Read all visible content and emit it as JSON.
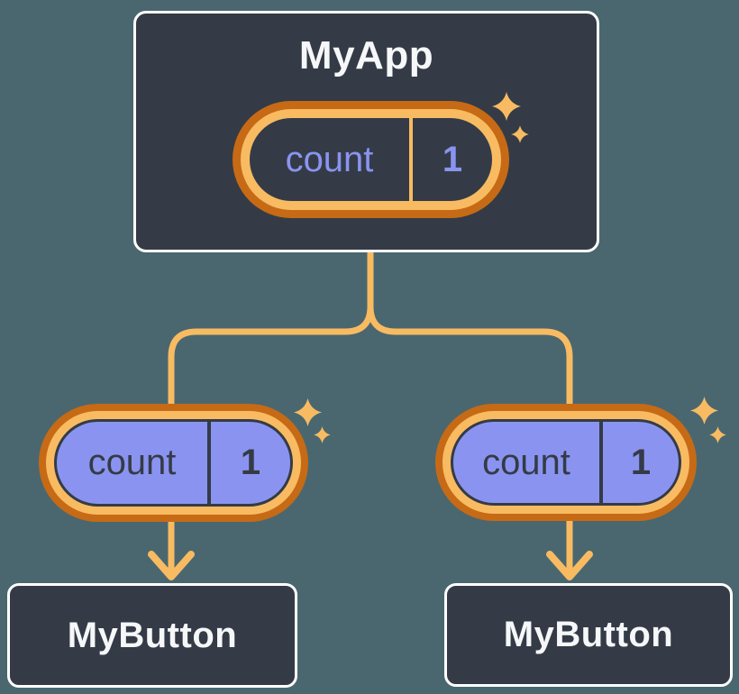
{
  "diagram_type": "react-component-tree",
  "tree": {
    "root": {
      "title": "MyApp",
      "state": {
        "name": "count",
        "value": "1"
      }
    },
    "children": [
      {
        "title": "MyButton",
        "prop": {
          "name": "count",
          "value": "1"
        }
      },
      {
        "title": "MyButton",
        "prop": {
          "name": "count",
          "value": "1"
        }
      }
    ]
  },
  "icons": {
    "sparkle": "four-point-star",
    "arrow": "down-arrow"
  },
  "colors": {
    "page_background": "#4a676f",
    "node_background": "#343b46",
    "node_border": "#ffffff",
    "node_text": "#f6f7f9",
    "accent_orange_dark": "#c66a16",
    "accent_orange_light": "#f8bb62",
    "purple_fill": "#8a94f0",
    "dark_ink": "#343b46"
  }
}
